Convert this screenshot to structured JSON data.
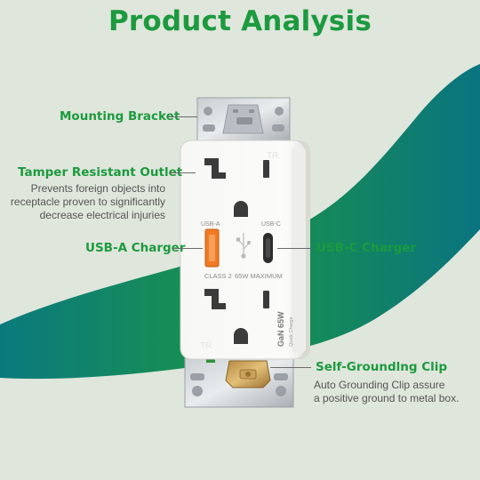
{
  "title": "Product Analysis",
  "callouts": {
    "mounting_bracket": {
      "label": "Mounting Bracket"
    },
    "tamper_resistant": {
      "label": "Tamper Resistant Outlet",
      "description": [
        "Prevents foreign objects into",
        "receptacle proven to significantly",
        "decrease electrical injuries"
      ]
    },
    "usb_a": {
      "label": "USB-A Charger"
    },
    "usb_c": {
      "label": "USB-C Charger"
    },
    "grounding_clip": {
      "label": "Self-Groundlng Clip",
      "description": [
        "Auto Grounding Clip assure",
        "a positive ground to metal box."
      ]
    }
  },
  "device_text": {
    "usb_a_port_label": "USB-A",
    "usb_c_port_label": "USB-C",
    "class_label": "CLASS 2",
    "rating_label": "65W MAXIMUM",
    "gan_label": "GaN 65W",
    "quick_charge_label": "Quick Charge",
    "tr_top": "TR",
    "tr_bottom": "TR"
  },
  "colors": {
    "brand_green": "#1c9a3e",
    "background": "#dfe6dc",
    "usb_a_port": "#f07a22",
    "wave_dark": "#0a7a7c"
  }
}
